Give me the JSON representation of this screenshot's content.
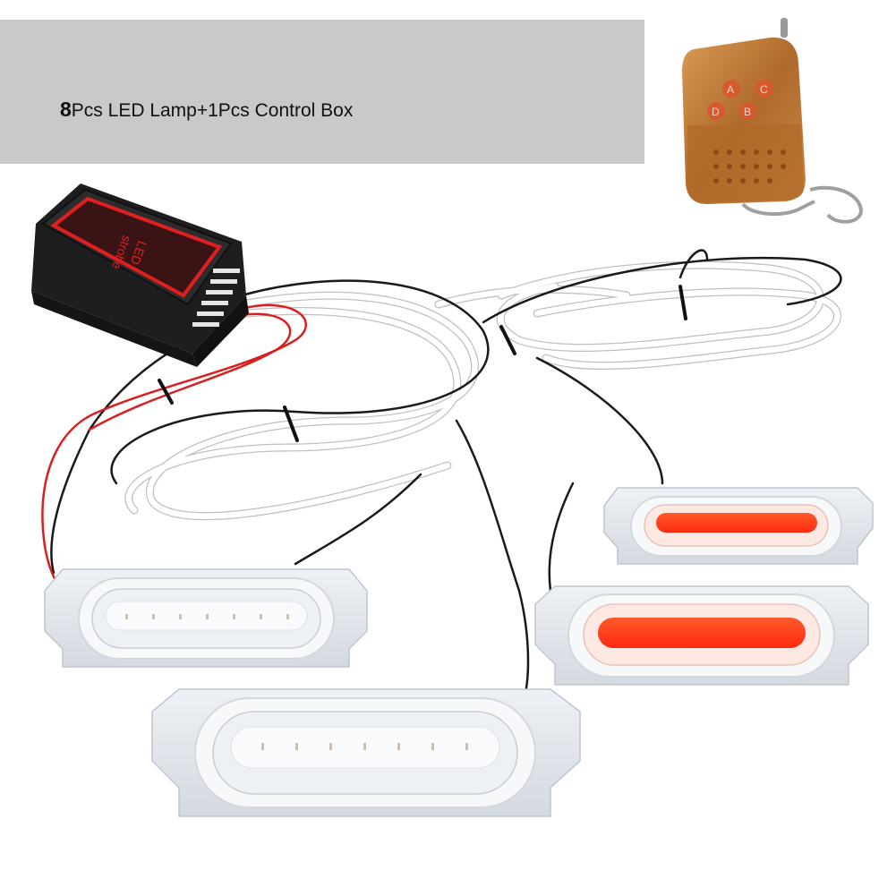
{
  "banner": {
    "count_prefix": "8",
    "text": "Pcs LED Lamp+1Pcs Control Box"
  },
  "control_box": {
    "label_line1": "LED",
    "label_line2": "strobe"
  },
  "remote": {
    "buttons": [
      "A",
      "C",
      "D",
      "B"
    ]
  },
  "colors": {
    "banner_bg": "#c9c9c9",
    "lamp_red": "#ff3a1a",
    "lamp_white": "#f2f4f7",
    "remote_wood": "#c07a3a",
    "box_border": "#e02020"
  }
}
